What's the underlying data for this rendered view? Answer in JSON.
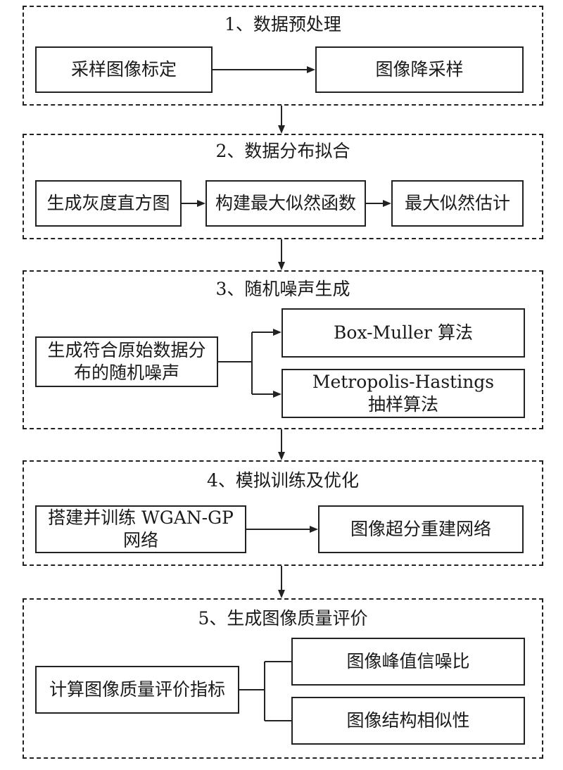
{
  "sections": [
    {
      "title": "1、数据预处理",
      "boxes": [
        "采样图像标定",
        "图像降采样"
      ]
    },
    {
      "title": "2、数据分布拟合",
      "boxes": [
        "生成灰度直方图",
        "构建最大似然函数",
        "最大似然估计"
      ]
    },
    {
      "title": "3、随机噪声生成",
      "source": [
        "生成符合原始数据分",
        "布的随机噪声"
      ],
      "targets": [
        [
          "Box-Muller 算法"
        ],
        [
          "Metropolis-Hastings",
          "抽样算法"
        ]
      ]
    },
    {
      "title": "4、模拟训练及优化",
      "source": [
        "搭建并训练 WGAN-GP",
        "网络"
      ],
      "boxes": [
        "图像超分重建网络"
      ]
    },
    {
      "title": "5、生成图像质量评价",
      "source": "计算图像质量评价指标",
      "targets": [
        "图像峰值信噪比",
        "图像结构相似性"
      ]
    }
  ]
}
